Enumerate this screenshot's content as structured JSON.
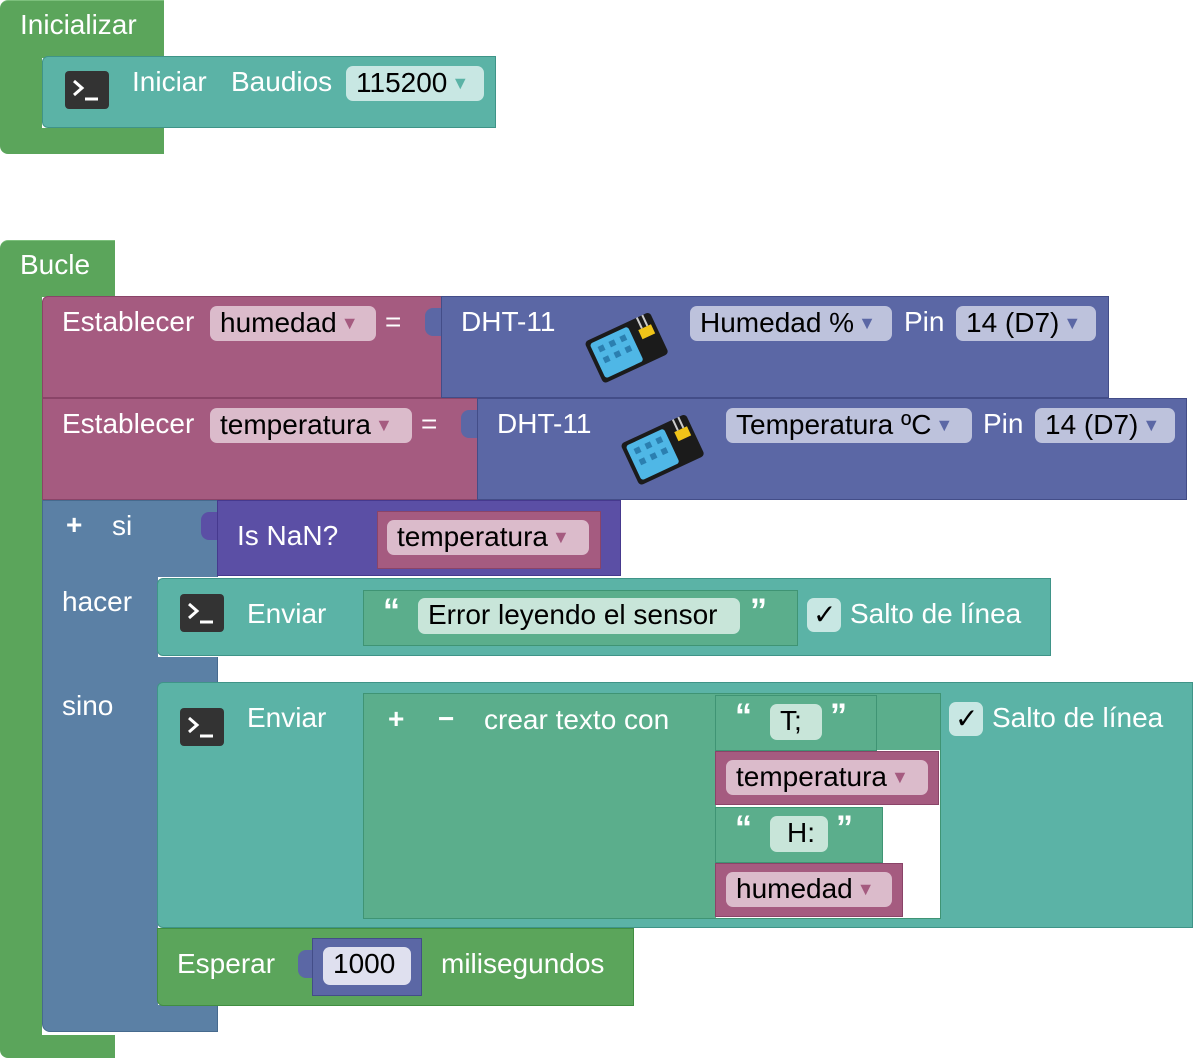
{
  "init": {
    "title": "Inicializar",
    "serial": {
      "label": "Iniciar",
      "baud_label": "Baudios",
      "baud_value": "115200"
    }
  },
  "loop": {
    "title": "Bucle",
    "set_hum": {
      "label": "Establecer",
      "var": "humedad",
      "eq": "=",
      "sensor": "DHT-11",
      "mode": "Humedad %",
      "pin_label": "Pin",
      "pin": "14 (D7)"
    },
    "set_temp": {
      "label": "Establecer",
      "var": "temperatura",
      "eq": "=",
      "sensor": "DHT-11",
      "mode": "Temperatura ºC",
      "pin_label": "Pin",
      "pin": "14 (D7)"
    },
    "if": {
      "plus": "+",
      "label": "si",
      "isnan": "Is NaN?",
      "isnan_var": "temperatura",
      "do_label": "hacer",
      "else_label": "sino",
      "send1": {
        "label": "Enviar",
        "open_quote": "“",
        "text": "Error leyendo el sensor",
        "close_quote": "”",
        "check": "✓",
        "newline": "Salto de línea"
      },
      "send2": {
        "label": "Enviar",
        "plus": "+",
        "minus": "−",
        "join_label": "crear texto con",
        "items": [
          {
            "type": "text",
            "open_quote": "“",
            "value": "T;",
            "close_quote": "”"
          },
          {
            "type": "var",
            "value": "temperatura"
          },
          {
            "type": "text",
            "open_quote": "“",
            "value": "H:",
            "close_quote": "”"
          },
          {
            "type": "var",
            "value": "humedad"
          }
        ],
        "check": "✓",
        "newline": "Salto de línea"
      }
    },
    "wait": {
      "label": "Esperar",
      "value": "1000",
      "unit": "milisegundos"
    }
  },
  "colors": {
    "event_green": "#5ba55b",
    "serial_teal": "#5bb3a6",
    "variable_pink": "#a55b80",
    "sensor_blue": "#5b67a5",
    "logic_blue": "#5b80a5",
    "text_green": "#5bae8c"
  },
  "icons": [
    "terminal-icon",
    "dht11-sensor-icon",
    "dropdown-arrow-icon",
    "checkbox-icon"
  ]
}
